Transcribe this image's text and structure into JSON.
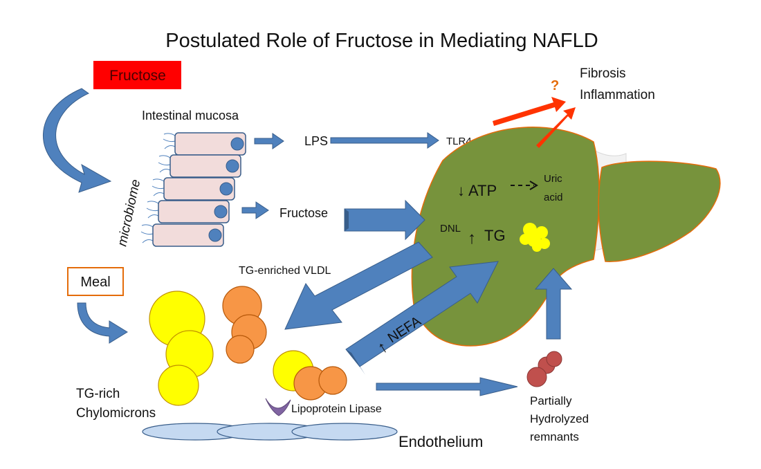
{
  "title": "Postulated Role of Fructose in Mediating NAFLD",
  "labels": {
    "fructose_box": "Fructose",
    "intestinal_mucosa": "Intestinal mucosa",
    "microbiome": "microbiome",
    "lps": "LPS",
    "tlr4": "TLR4",
    "fructose_mid": "Fructose",
    "question": "?",
    "fibrosis": "Fibrosis",
    "inflammation": "Inflammation",
    "atp": "ATP",
    "uric": "Uric",
    "acid": "acid",
    "dnl": "DNL",
    "tg": "TG",
    "tg_vldl": "TG-enriched VLDL",
    "meal": "Meal",
    "nefa": "NEFA",
    "tg_rich": "TG-rich",
    "chylomicrons": "Chylomicrons",
    "lipoprotein_lipase": "Lipoprotein Lipase",
    "endothelium": "Endothelium",
    "partially": "Partially",
    "hydrolyzed": "Hydrolyzed",
    "remnants": "remnants"
  },
  "colors": {
    "arrow_blue": "#4f81bd",
    "arrow_red": "#ff3300",
    "liver_green": "#77933c",
    "fructose_red": "#ff0000",
    "yellow": "#ffff00",
    "orange": "#f79646",
    "dark_red": "#c0504d",
    "cell_pink": "#f2dcdb",
    "endothelium_blue": "#c5d9f1",
    "lipase_purple": "#8064a2"
  }
}
